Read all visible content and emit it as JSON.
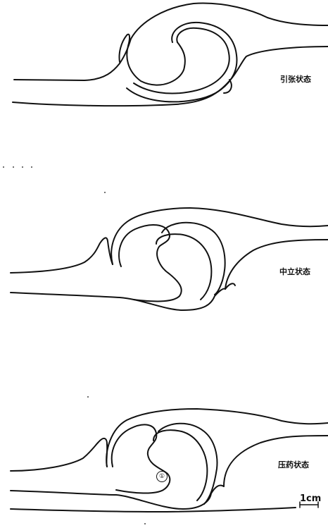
{
  "panels": [
    {
      "state_label": "引张状态"
    },
    {
      "state_label": "中立状态"
    },
    {
      "state_label": "压药状态"
    }
  ],
  "marker_label": "①",
  "scale_bar": {
    "text": "1cm"
  }
}
